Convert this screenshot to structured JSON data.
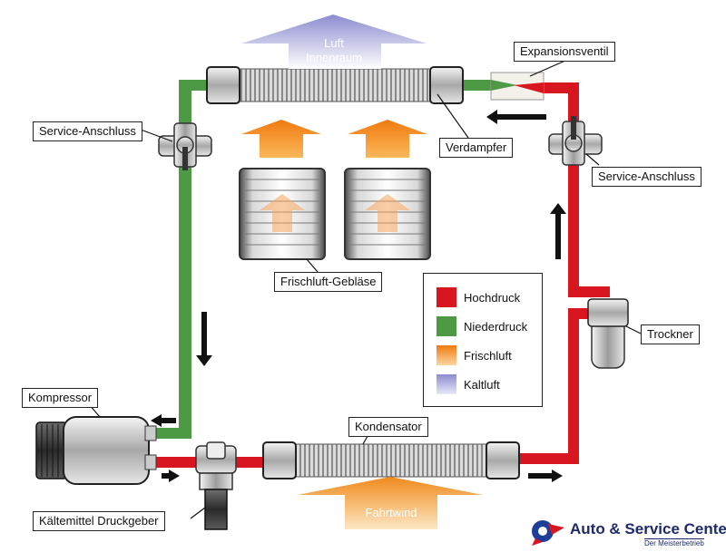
{
  "labels": {
    "expansion_valve": "Expansionsventil",
    "service_port_left": "Service-Anschluss",
    "service_port_right": "Service-Anschluss",
    "evaporator": "Verdampfer",
    "blower": "Frischluft-Gebläse",
    "drier": "Trockner",
    "compressor": "Kompressor",
    "condenser": "Kondensator",
    "pressure_sensor": "Kältemittel Druckgeber",
    "air_in_line1": "Luft",
    "air_in_line2": "Innenraum",
    "ram_air": "Fahrtwind"
  },
  "legend": [
    {
      "label": "Hochdruck",
      "color": "#d8161f"
    },
    {
      "label": "Niederdruck",
      "color": "#4e9a44"
    },
    {
      "label": "Frischluft",
      "color": "#f39a2c"
    },
    {
      "label": "Kaltluft",
      "color": "#9a9ad6"
    }
  ],
  "colors": {
    "high_pressure": "#d8161f",
    "low_pressure": "#4e9a44",
    "fresh_air": "#f39a2c",
    "cold_air": "#9a9ad6"
  },
  "logo": {
    "name": "Auto & Service Center",
    "tagline": "Der Meisterbetrieb"
  }
}
